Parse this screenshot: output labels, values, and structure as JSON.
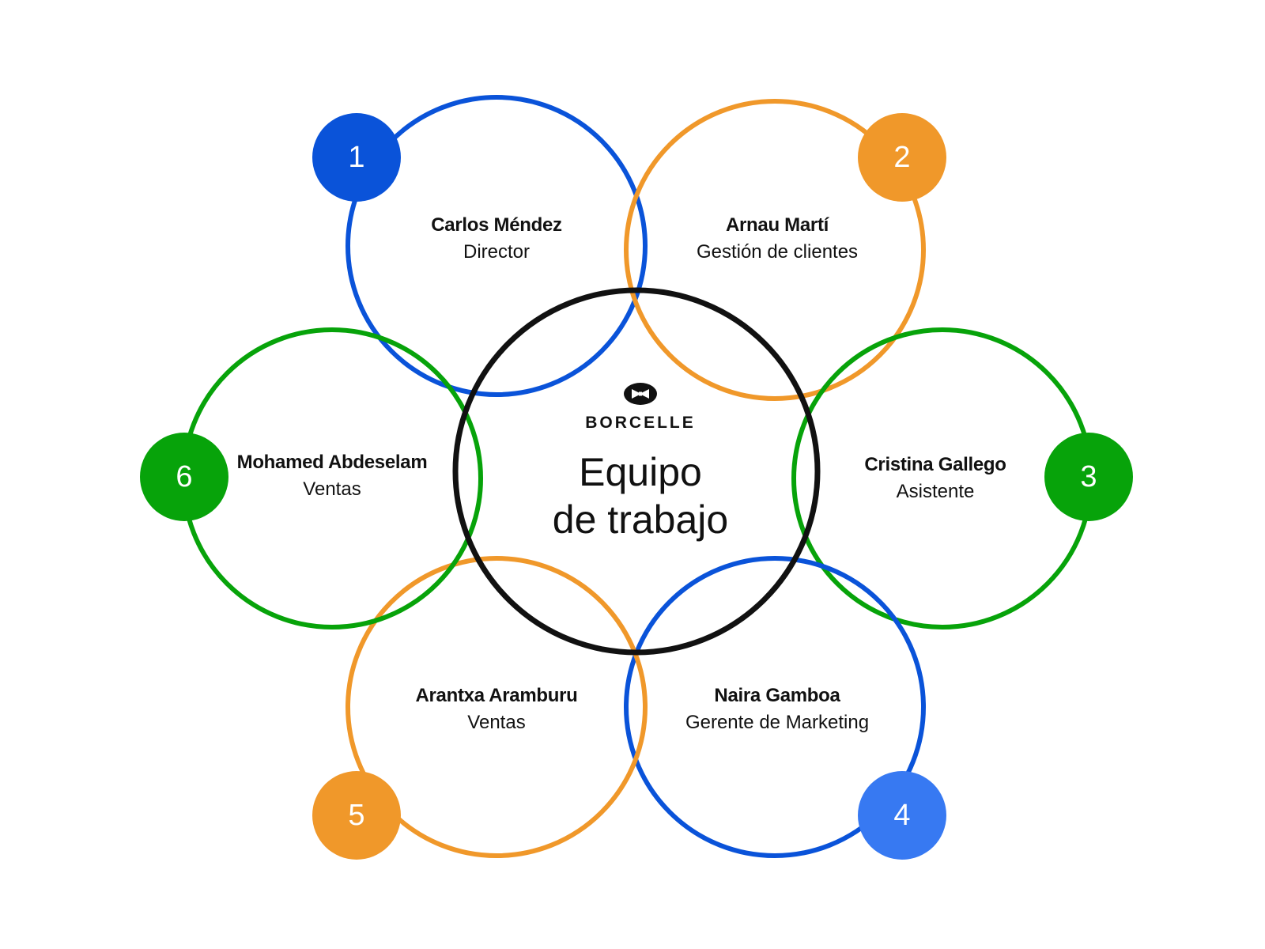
{
  "brand": {
    "name": "BORCELLE",
    "logo_icon": "bowtie-badge-icon"
  },
  "title": {
    "line1": "Equipo",
    "line2": "de trabajo"
  },
  "colors": {
    "blue": "#0a53d9",
    "orange": "#f0982a",
    "green": "#07a30a",
    "light_blue": "#3779f2",
    "center_ring": "#111111"
  },
  "members": [
    {
      "number": "1",
      "name": "Carlos Méndez",
      "role": "Director"
    },
    {
      "number": "2",
      "name": "Arnau Martí",
      "role": "Gestión de clientes"
    },
    {
      "number": "3",
      "name": "Cristina Gallego",
      "role": "Asistente"
    },
    {
      "number": "4",
      "name": "Naira Gamboa",
      "role": "Gerente de Marketing"
    },
    {
      "number": "5",
      "name": "Arantxa Aramburu",
      "role": "Ventas"
    },
    {
      "number": "6",
      "name": "Mohamed Abdeselam",
      "role": "Ventas"
    }
  ]
}
